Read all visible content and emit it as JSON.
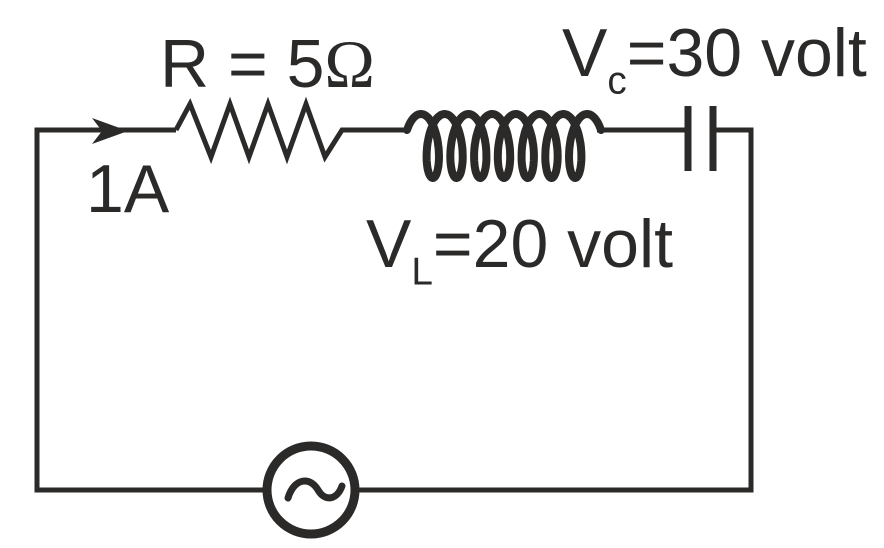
{
  "colors": {
    "ink": "#2b2a29",
    "background": "#ffffff"
  },
  "labels": {
    "resistor": {
      "text": "R = 5",
      "omega": "Ω"
    },
    "current": "1A",
    "capacitor_voltage": {
      "symbol": "V",
      "subscript": "c",
      "rest": "=30 volt"
    },
    "inductor_voltage": {
      "symbol": "V",
      "subscript": "L",
      "rest": "=20 volt"
    }
  }
}
